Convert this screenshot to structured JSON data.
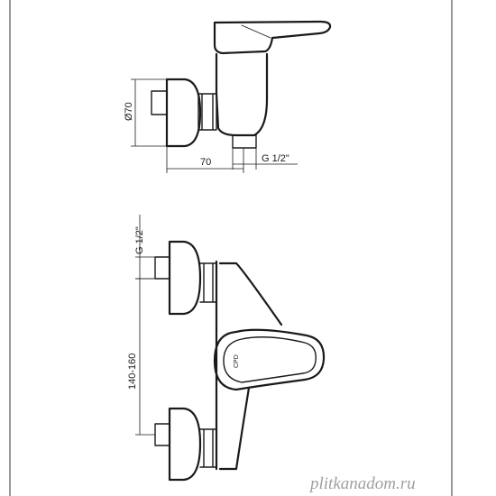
{
  "dimensions": {
    "side_diameter": "Ø70",
    "side_offset": "70",
    "side_thread": "G 1/2\"",
    "front_thread": "G 1/2\"",
    "front_center_distance": "140-160"
  },
  "logo_text": "CPD",
  "watermark": "plitkanadom.ru"
}
